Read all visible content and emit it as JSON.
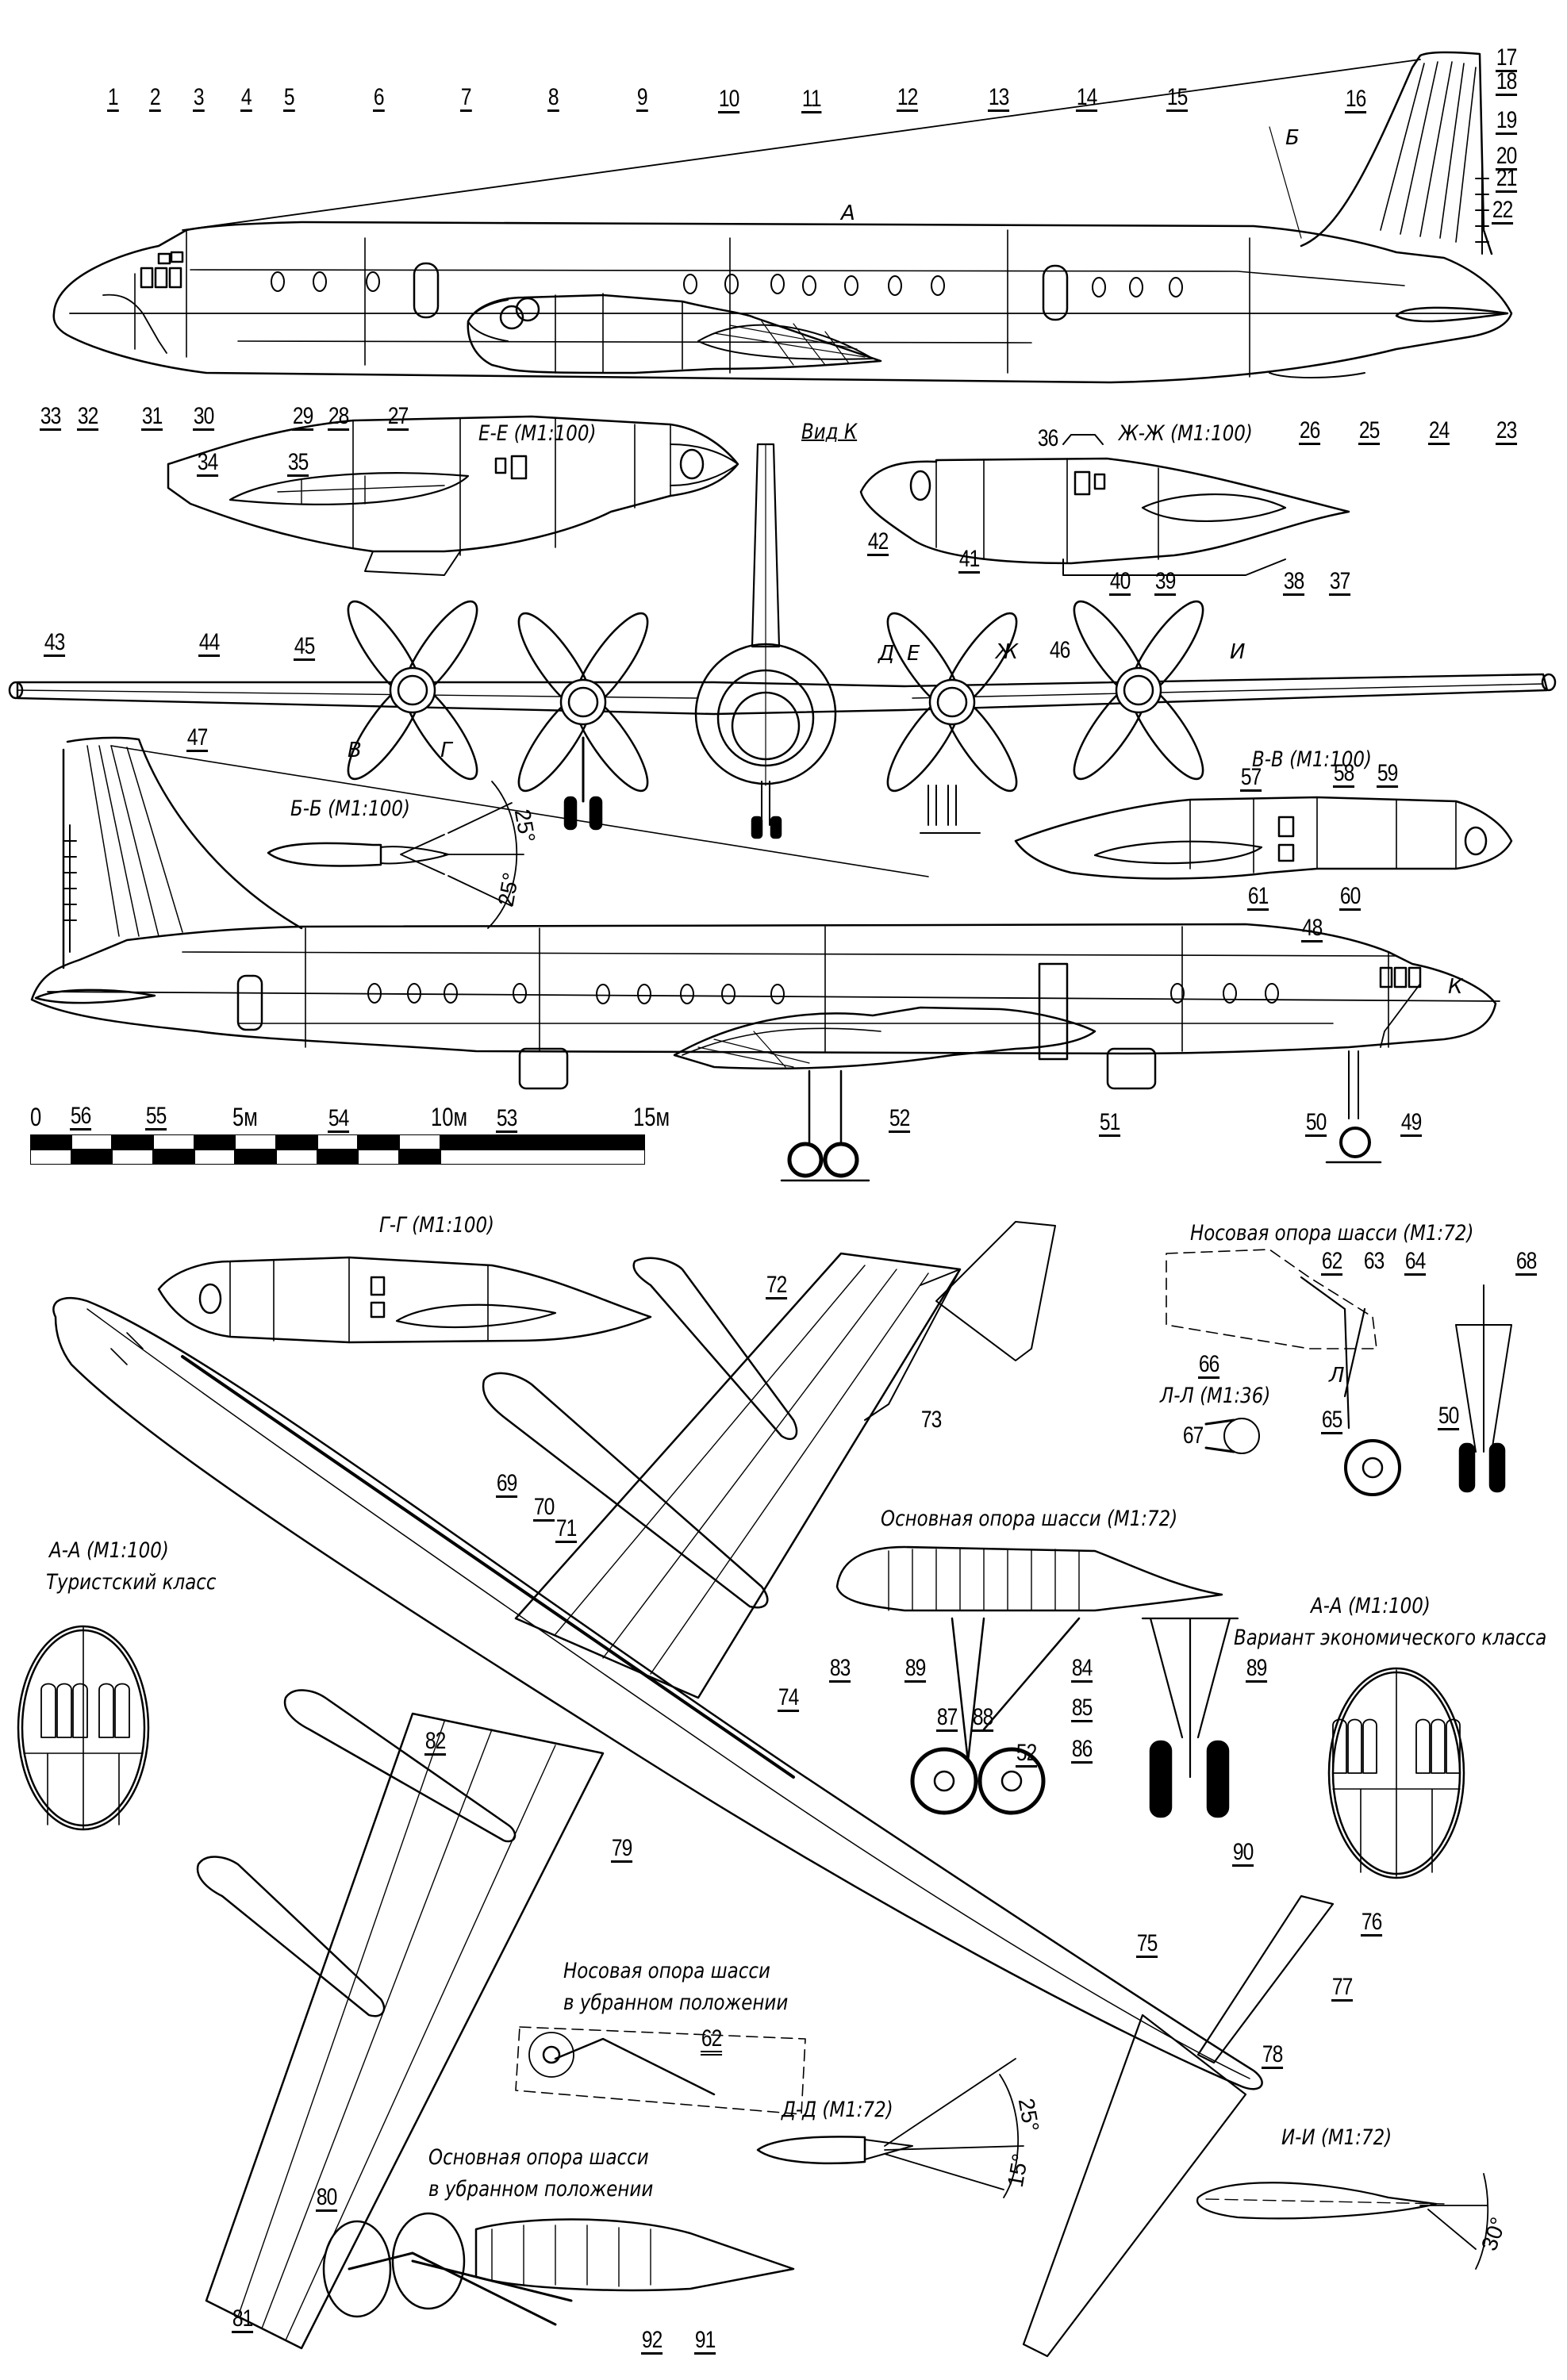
{
  "title": "Ил-18 (Il-18) — scale drawing with callouts",
  "view_captions": {
    "section_EE": "Е-Е (М1:100)",
    "section_ZhZh": "Ж-Ж (М1:100)",
    "view_K": "Вид К",
    "section_BB": "Б-Б (М1:100)",
    "section_VV": "В-В (М1:100)",
    "section_GG": "Г-Г (М1:100)",
    "nose_gear": "Носовая опора шасси (М1:72)",
    "section_LL": "Л-Л (М1:36)",
    "main_gear": "Основная опора шасси (М1:72)",
    "section_AA_left": "А-А (М1:100)",
    "section_AA_left_sub": "Туристский класс",
    "section_AA_right": "А-А (М1:100)",
    "section_AA_right_sub": "Вариант экономического класса",
    "nose_gear_retracted_1": "Носовая опора шасси",
    "nose_gear_retracted_2": "в убранном положении",
    "main_gear_retracted_1": "Основная опора шасси",
    "main_gear_retracted_2": "в убранном положении",
    "section_DD": "Д-Д (М1:72)",
    "section_II": "И-И (М1:72)"
  },
  "section_markers": {
    "A": "А",
    "B": "Б",
    "V": "В",
    "G": "Г",
    "D": "Д",
    "E": "Е",
    "Zh": "Ж",
    "I": "И",
    "K": "К",
    "L": "Л"
  },
  "angles": {
    "bb_up": "25°",
    "bb_down": "25°",
    "dd_up": "25°",
    "dd_down": "15°",
    "ii_down": "30°"
  },
  "scale_bar": {
    "ticks": [
      "0",
      "5м",
      "10м",
      "15м"
    ],
    "max_m": 15
  },
  "callouts": {
    "c1": "1",
    "c2": "2",
    "c3": "3",
    "c4": "4",
    "c5": "5",
    "c6": "6",
    "c7": "7",
    "c8": "8",
    "c9": "9",
    "c10": "10",
    "c11": "11",
    "c12": "12",
    "c13": "13",
    "c14": "14",
    "c15": "15",
    "c16": "16",
    "c17": "17",
    "c18": "18",
    "c19": "19",
    "c20": "20",
    "c21": "21",
    "c22": "22",
    "c23": "23",
    "c24": "24",
    "c25": "25",
    "c26": "26",
    "c27": "27",
    "c28": "28",
    "c29": "29",
    "c30": "30",
    "c31": "31",
    "c32": "32",
    "c33": "33",
    "c34": "34",
    "c35": "35",
    "c36": "36",
    "c37": "37",
    "c38": "38",
    "c39": "39",
    "c40": "40",
    "c41": "41",
    "c42": "42",
    "c43": "43",
    "c44": "44",
    "c45": "45",
    "c46": "46",
    "c47": "47",
    "c48": "48",
    "c49": "49",
    "c50": "50",
    "c50b": "50",
    "c51": "51",
    "c52": "52",
    "c52b": "52",
    "c53": "53",
    "c54": "54",
    "c55": "55",
    "c56": "56",
    "c57": "57",
    "c58": "58",
    "c59": "59",
    "c60": "60",
    "c61": "61",
    "c62": "62",
    "c62b": "62",
    "c63": "63",
    "c64": "64",
    "c65": "65",
    "c66": "66",
    "c67": "67",
    "c68": "68",
    "c69": "69",
    "c70": "70",
    "c71": "71",
    "c72": "72",
    "c73": "73",
    "c74": "74",
    "c75": "75",
    "c76": "76",
    "c77": "77",
    "c78": "78",
    "c79": "79",
    "c80": "80",
    "c81": "81",
    "c82": "82",
    "c83": "83",
    "c84": "84",
    "c85": "85",
    "c86": "86",
    "c87": "87",
    "c88": "88",
    "c89": "89",
    "c89b": "89",
    "c90": "90",
    "c91": "91",
    "c92": "92"
  }
}
